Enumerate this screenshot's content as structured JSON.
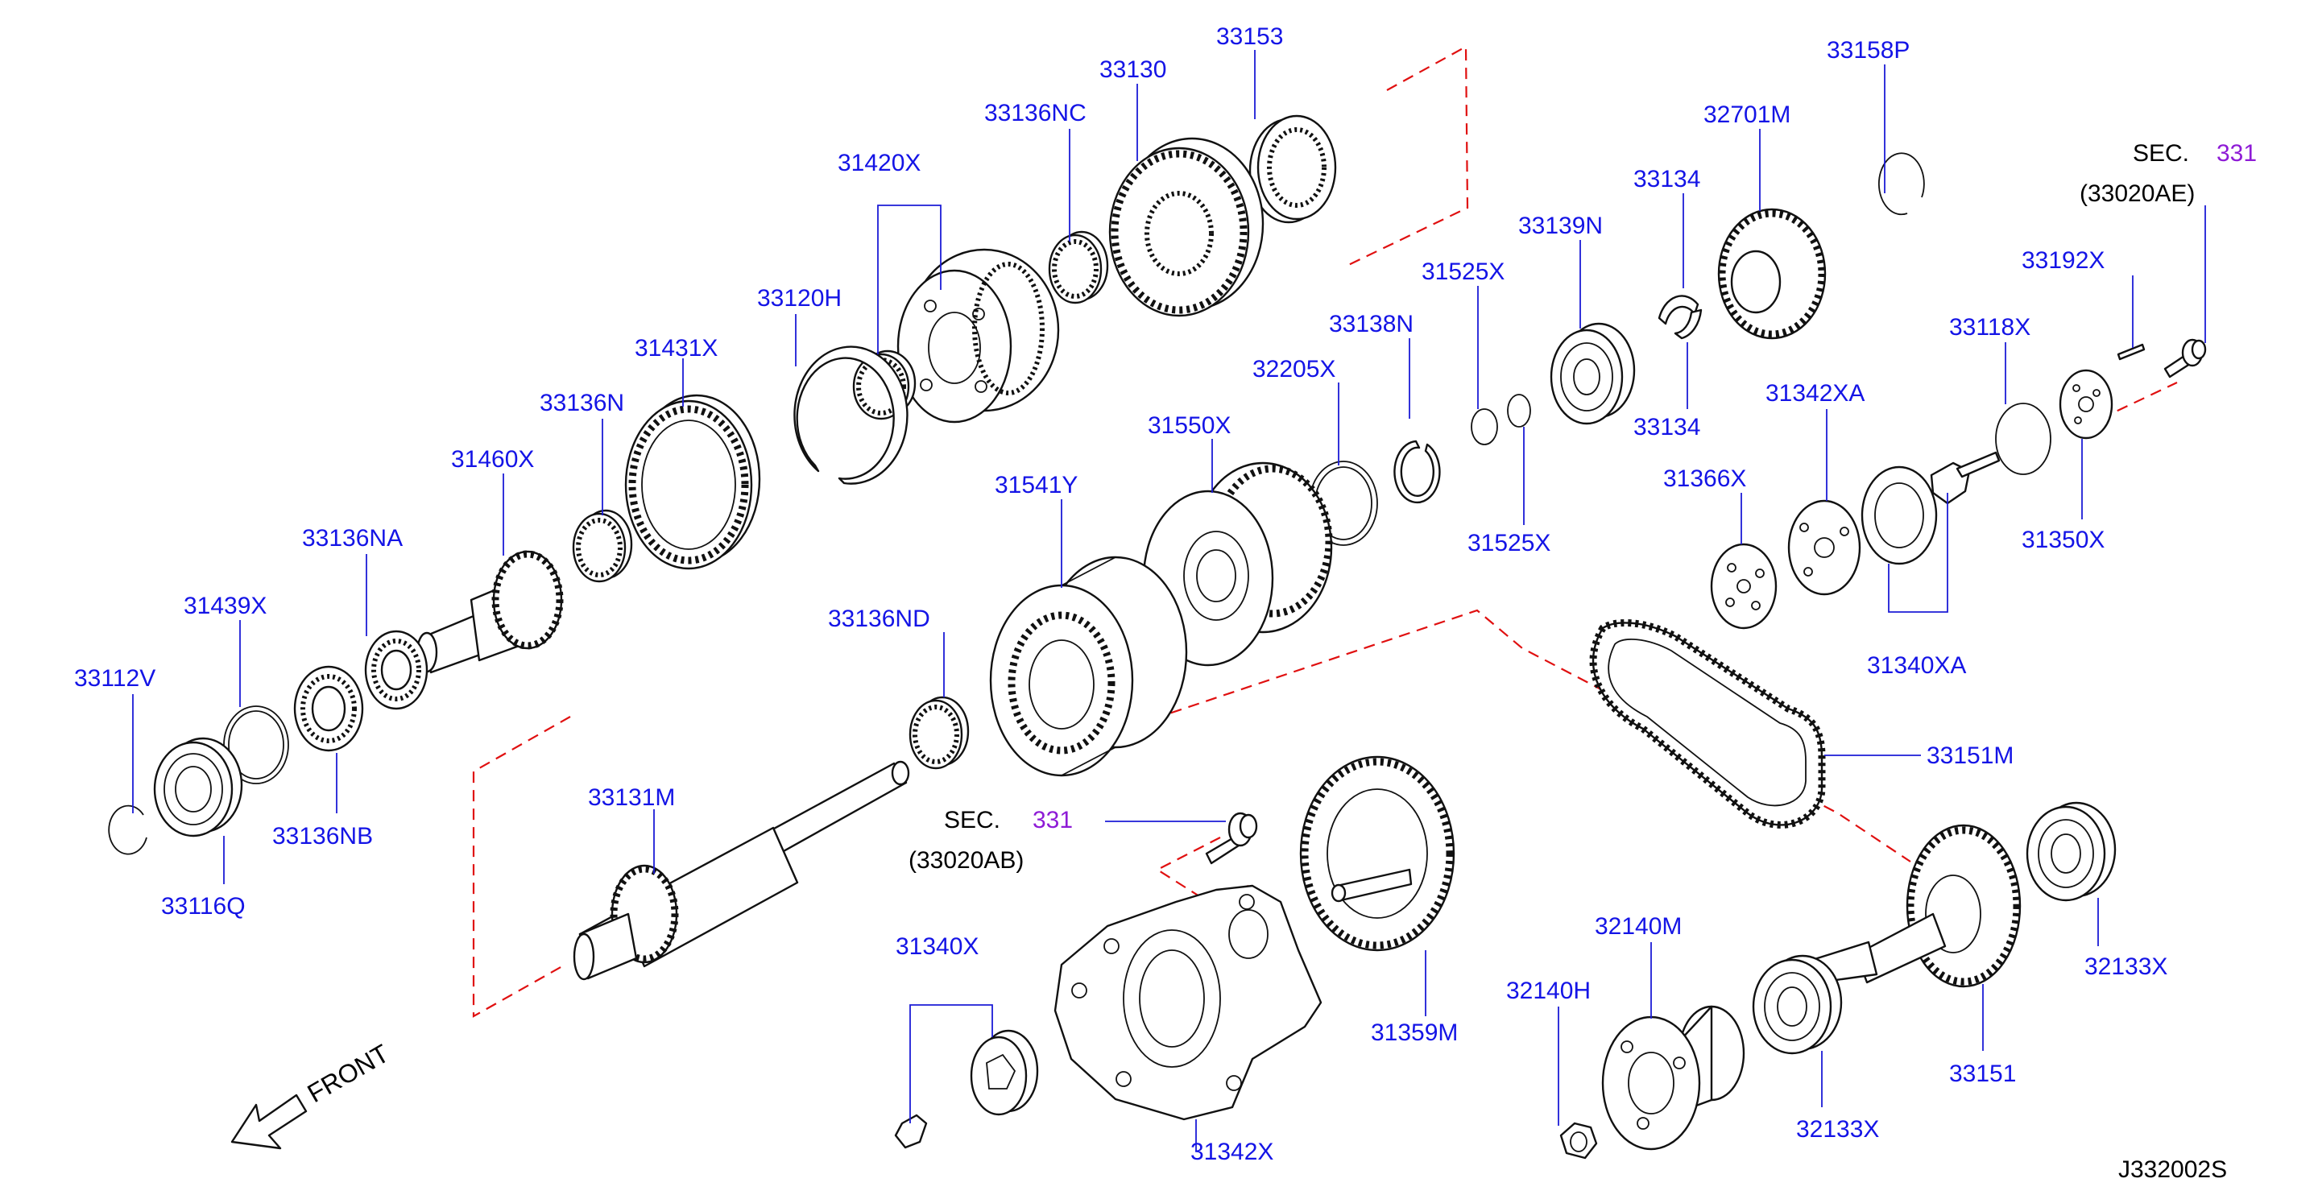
{
  "diagram_code": "J332002S",
  "front_label": "FRONT",
  "sec_refs": [
    {
      "sec": "SEC.",
      "num": "331",
      "sub": "(33020AE)"
    },
    {
      "sec": "SEC.",
      "num": "331",
      "sub": "(33020AB)"
    }
  ],
  "colors": {
    "label": "#1414e6",
    "sec_number": "#8e1bd6",
    "dashed_line": "#e01010",
    "lines": "#111111"
  },
  "labels": {
    "p33153": "33153",
    "p33130": "33130",
    "p33136NC": "33136NC",
    "p31420X": "31420X",
    "p33120H": "33120H",
    "p31431X": "31431X",
    "p33136N": "33136N",
    "p31460X": "31460X",
    "p33136NA": "33136NA",
    "p31439X": "31439X",
    "p33112V": "33112V",
    "p33136NB": "33136NB",
    "p33116Q": "33116Q",
    "p33158P": "33158P",
    "p32701M": "32701M",
    "p33134a": "33134",
    "p33134b": "33134",
    "p33139N": "33139N",
    "p31525Xa": "31525X",
    "p31525Xb": "31525X",
    "p33138N": "33138N",
    "p32205X": "32205X",
    "p31550X": "31550X",
    "p31541Y": "31541Y",
    "p33136ND": "33136ND",
    "p33192X": "33192X",
    "p33118X": "33118X",
    "p31342XA": "31342XA",
    "p31366X": "31366X",
    "p31350X": "31350X",
    "p31340XA": "31340XA",
    "p33151M": "33151M",
    "p33131M": "33131M",
    "p31340X": "31340X",
    "p31342X": "31342X",
    "p31359M": "31359M",
    "p32140M": "32140M",
    "p32140H": "32140H",
    "p32133Xa": "32133X",
    "p32133Xb": "32133X",
    "p33151": "33151"
  }
}
